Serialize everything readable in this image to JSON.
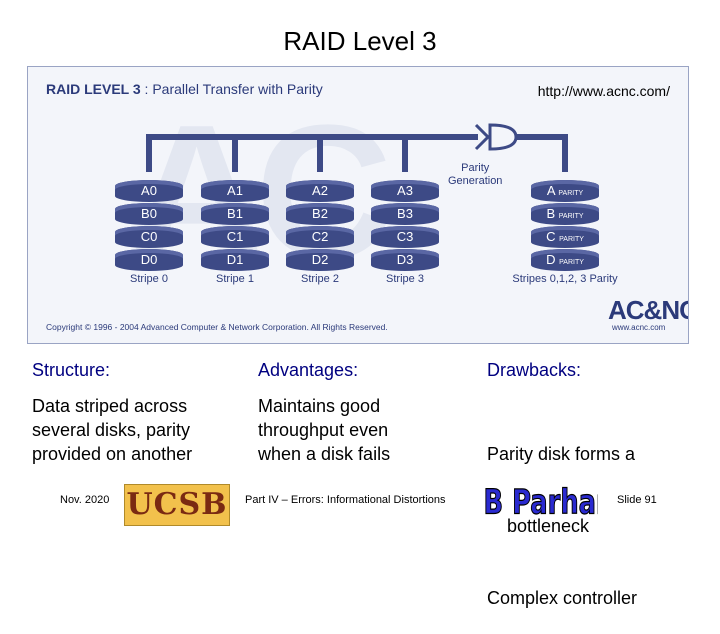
{
  "slide": {
    "title": "RAID Level 3"
  },
  "figure": {
    "title_bold": "RAID LEVEL 3",
    "title_rest": " : Parallel Transfer with Parity",
    "url": "http://www.acnc.com/",
    "parity_generation": [
      "Parity",
      "Generation"
    ],
    "disks": [
      {
        "cells": [
          "A0",
          "B0",
          "C0",
          "D0"
        ],
        "label": "Stripe 0"
      },
      {
        "cells": [
          "A1",
          "B1",
          "C1",
          "D1"
        ],
        "label": "Stripe 1"
      },
      {
        "cells": [
          "A2",
          "B2",
          "C2",
          "D2"
        ],
        "label": "Stripe 2"
      },
      {
        "cells": [
          "A3",
          "B3",
          "C3",
          "D3"
        ],
        "label": "Stripe 3"
      }
    ],
    "parity_disk": {
      "cells": [
        {
          "letter": "A",
          "suffix": "PARITY"
        },
        {
          "letter": "B",
          "suffix": "PARITY"
        },
        {
          "letter": "C",
          "suffix": "PARITY"
        },
        {
          "letter": "D",
          "suffix": "PARITY"
        }
      ],
      "label": "Stripes 0,1,2, 3 Parity"
    },
    "copyright": "Copyright © 1996 - 2004 Advanced Computer & Network Corporation. All Rights Reserved.",
    "logo_text": "AC&NC",
    "logo_url": "www.acnc.com"
  },
  "columns": [
    {
      "heading": "Structure:",
      "lines": [
        "Data striped across",
        "several disks, parity",
        "provided on another"
      ]
    },
    {
      "heading": "Advantages:",
      "lines": [
        "Maintains good",
        "throughput even",
        "when a disk fails"
      ]
    },
    {
      "heading": "Drawbacks:",
      "lines": [
        "Parity disk forms a",
        "    bottleneck",
        "Complex controller"
      ]
    }
  ],
  "footer": {
    "date": "Nov. 2020",
    "ucsb_logo": "UCSB",
    "center": "Part IV – Errors: Informational Distortions",
    "author_logo": "B Parhami",
    "slide_number": "Slide 91"
  },
  "colors": {
    "heading": "#000080",
    "disk": "#3d4a86",
    "figure_text": "#2b3a7a"
  }
}
